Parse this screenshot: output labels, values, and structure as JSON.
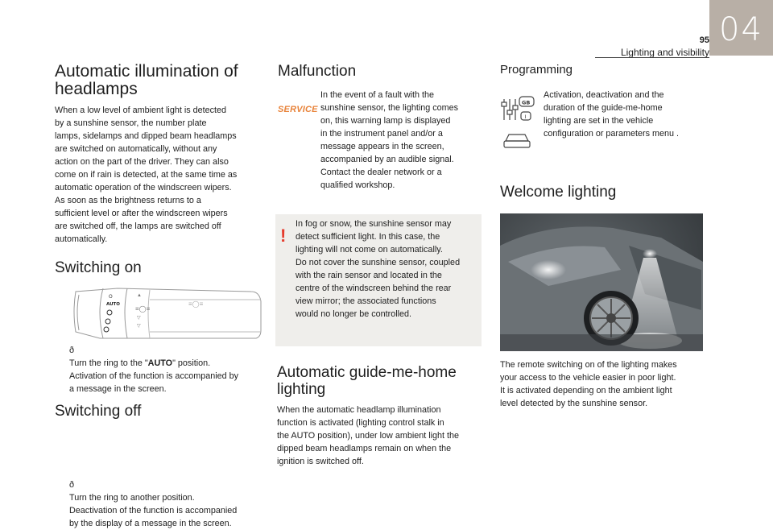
{
  "header": {
    "chapter": "04",
    "page": "95",
    "section": "Lighting and visibility"
  },
  "col1": {
    "title": "Automatic illumination of headlamps",
    "title_l1": "Automatic illumination of",
    "title_l2": "headlamps",
    "intro": [
      "When a low level of ambient light is detected",
      "by a sunshine sensor, the number plate",
      "lamps, sidelamps and dipped beam headlamps",
      "are switched on automatically, without any",
      "action on the part of the driver. They can also",
      "come on if rain is detected, at the same time as",
      "automatic operation of the windscreen wipers.",
      "As soon as the brightness returns to a",
      "sufficient level or after the windscreen wipers",
      "are switched off, the lamps are switched off",
      "automatically."
    ],
    "switching_on": {
      "title": "Switching on",
      "stalk_label": "AUTO",
      "step_l1a": "Turn the ring to the \"",
      "step_l1b": "AUTO",
      "step_l1c": "\" position.",
      "step_l2": "Activation of the function is accompanied by",
      "step_l3": "a message in the screen."
    },
    "switching_off": {
      "title": "Switching off",
      "step": [
        "Turn the ring to another position.",
        "Deactivation of the function is accompanied",
        "by the display of a message in the screen."
      ]
    }
  },
  "col2": {
    "malfunction": {
      "title": "Malfunction",
      "icon_label": "SERVICE",
      "text": [
        "In the event of a fault with the",
        "sunshine sensor, the lighting comes",
        "on, this warning lamp is displayed",
        "in the instrument panel and/or a",
        "message appears in the screen,",
        "accompanied by an audible signal.",
        "Contact the dealer network or a",
        "qualified workshop."
      ]
    },
    "warning": {
      "icon": "!",
      "text": [
        "In fog or snow, the sunshine sensor may",
        "detect sufficient light. In this case, the",
        "lighting will not come on automatically.",
        "Do not cover the sunshine sensor, coupled",
        "with the rain sensor and located in the",
        "centre of the windscreen behind the rear",
        "view mirror; the associated functions",
        "would no longer be controlled."
      ]
    },
    "guide_me_home": {
      "title": "Automatic guide-me-home lighting",
      "title_l1": "Automatic guide-me-home",
      "title_l2": "lighting",
      "text": [
        "When the automatic headlamp illumination",
        "function is activated (lighting control stalk in",
        "the AUTO position), under low ambient light the",
        "dipped beam headlamps remain on when the",
        "ignition is switched off."
      ]
    }
  },
  "col3": {
    "programming": {
      "title": "Programming",
      "icon_gb": "GB",
      "icon_i": "I",
      "text": [
        "Activation, deactivation and the",
        "duration of the guide-me-home",
        "lighting are set in the vehicle",
        "configuration or parameters menu ."
      ]
    },
    "welcome": {
      "title": "Welcome lighting",
      "text": [
        "The remote switching on of the lighting makes",
        "your access to the vehicle easier in poor light.",
        "It is activated depending on the ambient light",
        "level detected by the sunshine sensor."
      ]
    }
  },
  "colors": {
    "chapter_tab": "#b8afa6",
    "service_orange": "#e8833a",
    "warning_red": "#e53b2c",
    "warning_box": "#efeeeb"
  }
}
